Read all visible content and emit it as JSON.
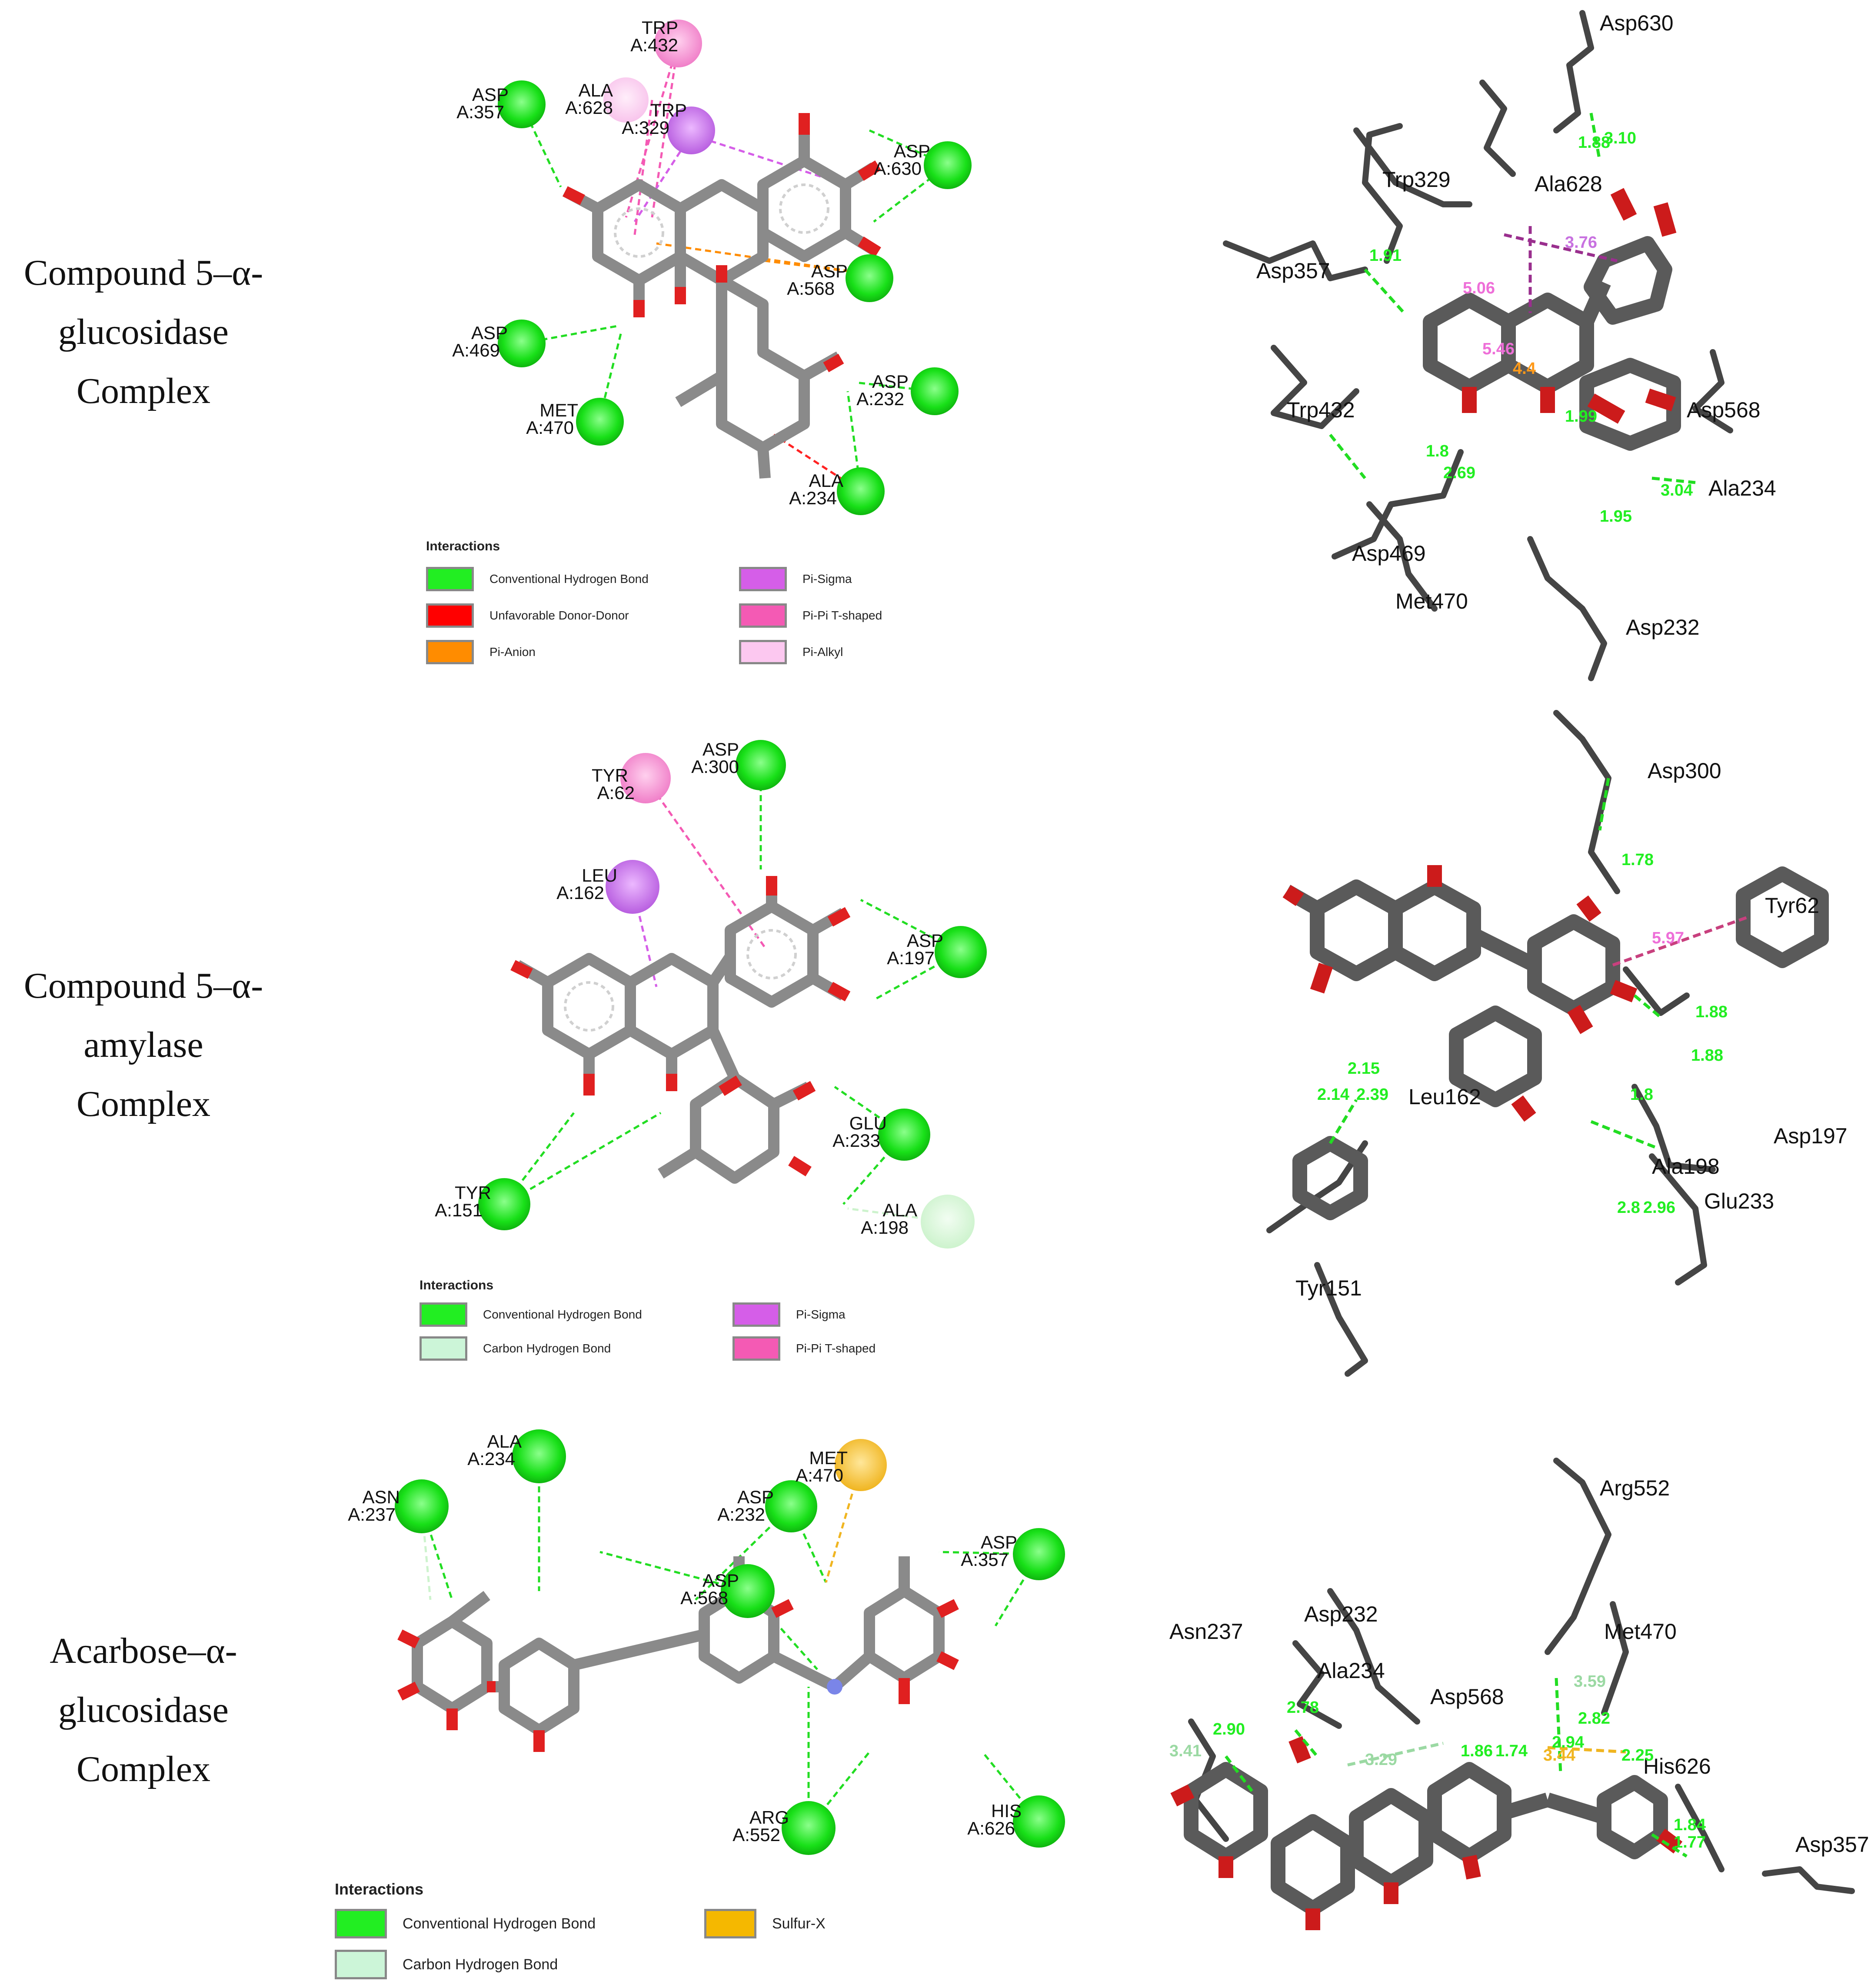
{
  "rows": [
    {
      "label": [
        "Compound 5–α-",
        "glucosidase",
        "Complex"
      ],
      "residues2d": [
        {
          "id": "trp432",
          "name": "TRP",
          "num": "A:432",
          "color": "#f58fd0"
        },
        {
          "id": "ala628",
          "name": "ALA",
          "num": "A:628",
          "color": "#fcc8f0"
        },
        {
          "id": "trp329",
          "name": "TRP",
          "num": "A:329",
          "color": "#c86fe8"
        },
        {
          "id": "asp357",
          "name": "ASP",
          "num": "A:357",
          "color": "#1fe01f"
        },
        {
          "id": "asp630",
          "name": "ASP",
          "num": "A:630",
          "color": "#1fe01f"
        },
        {
          "id": "asp568",
          "name": "ASP",
          "num": "A:568",
          "color": "#1fe01f"
        },
        {
          "id": "asp469",
          "name": "ASP",
          "num": "A:469",
          "color": "#1fe01f"
        },
        {
          "id": "met470",
          "name": "MET",
          "num": "A:470",
          "color": "#1fe01f"
        },
        {
          "id": "asp232",
          "name": "ASP",
          "num": "A:232",
          "color": "#1fe01f"
        },
        {
          "id": "ala234",
          "name": "ALA",
          "num": "A:234",
          "color": "#1fe01f"
        }
      ],
      "legend_title": "Interactions",
      "legend": [
        {
          "label": "Conventional Hydrogen Bond",
          "color": "#22ee22"
        },
        {
          "label": "Unfavorable Donor-Donor",
          "color": "#ff0000"
        },
        {
          "label": "Pi-Anion",
          "color": "#ff8c00"
        },
        {
          "label": "Pi-Sigma",
          "color": "#d55ee8"
        },
        {
          "label": "Pi-Pi T-shaped",
          "color": "#f45ab4"
        },
        {
          "label": "Pi-Alkyl",
          "color": "#fcc8f0"
        }
      ],
      "residues3d": [
        "Asp630",
        "Trp329",
        "Ala628",
        "Asp357",
        "Trp432",
        "Asp568",
        "Ala234",
        "Asp469",
        "Met470",
        "Asp232"
      ],
      "distances": [
        "1.88",
        "3.10",
        "1.91",
        "3.76",
        "5.06",
        "5.46",
        "4.4",
        "2.69",
        "1.8",
        "1.95",
        "3.04",
        "1.99"
      ]
    },
    {
      "label": [
        "Compound 5–α-",
        "amylase",
        "Complex"
      ],
      "residues2d": [
        {
          "id": "asp300",
          "name": "ASP",
          "num": "A:300",
          "color": "#1fe01f"
        },
        {
          "id": "tyr62",
          "name": "TYR",
          "num": "A:62",
          "color": "#f58fd0"
        },
        {
          "id": "leu162",
          "name": "LEU",
          "num": "A:162",
          "color": "#c86fe8"
        },
        {
          "id": "asp197",
          "name": "ASP",
          "num": "A:197",
          "color": "#1fe01f"
        },
        {
          "id": "glu233",
          "name": "GLU",
          "num": "A:233",
          "color": "#1fe01f"
        },
        {
          "id": "tyr151",
          "name": "TYR",
          "num": "A:151",
          "color": "#1fe01f"
        },
        {
          "id": "ala198",
          "name": "ALA",
          "num": "A:198",
          "color": "#d4f7d4"
        }
      ],
      "legend_title": "Interactions",
      "legend": [
        {
          "label": "Conventional Hydrogen Bond",
          "color": "#22ee22"
        },
        {
          "label": "Carbon Hydrogen Bond",
          "color": "#ccf5d8"
        },
        {
          "label": "Pi-Sigma",
          "color": "#d55ee8"
        },
        {
          "label": "Pi-Pi T-shaped",
          "color": "#f45ab4"
        }
      ],
      "residues3d": [
        "Asp300",
        "Tyr62",
        "Asp197",
        "Leu162",
        "Ala198",
        "Glu233",
        "Tyr151"
      ],
      "distances": [
        "1.78",
        "5.97",
        "1.88",
        "1.88",
        "1.8",
        "2.15",
        "2.14",
        "2.39",
        "2.8",
        "2.96"
      ]
    },
    {
      "label": [
        "Acarbose–α-",
        "glucosidase",
        "Complex"
      ],
      "residues2d": [
        {
          "id": "ala234",
          "name": "ALA",
          "num": "A:234",
          "color": "#1fe01f"
        },
        {
          "id": "asn237",
          "name": "ASN",
          "num": "A:237",
          "color": "#1fe01f"
        },
        {
          "id": "met470",
          "name": "MET",
          "num": "A:470",
          "color": "#f5c62f"
        },
        {
          "id": "asp232",
          "name": "ASP",
          "num": "A:232",
          "color": "#1fe01f"
        },
        {
          "id": "asp357",
          "name": "ASP",
          "num": "A:357",
          "color": "#1fe01f"
        },
        {
          "id": "asp568",
          "name": "ASP",
          "num": "A:568",
          "color": "#1fe01f"
        },
        {
          "id": "arg552",
          "name": "ARG",
          "num": "A:552",
          "color": "#1fe01f"
        },
        {
          "id": "his626",
          "name": "HIS",
          "num": "A:626",
          "color": "#1fe01f"
        }
      ],
      "legend_title": "Interactions",
      "legend": [
        {
          "label": "Conventional Hydrogen Bond",
          "color": "#22ee22"
        },
        {
          "label": "Carbon Hydrogen Bond",
          "color": "#ccf5d8"
        },
        {
          "label": "Sulfur-X",
          "color": "#f5b800"
        }
      ],
      "residues3d": [
        "Arg552",
        "Asn237",
        "Asp232",
        "Ala234",
        "Met470",
        "Asp568",
        "His626",
        "Asp357"
      ],
      "distances": [
        "3.59",
        "2.82",
        "2.94",
        "2.78",
        "2.90",
        "3.41",
        "3.29",
        "1.86",
        "1.74",
        "3.44",
        "2.25",
        "1.84",
        "1.77"
      ]
    }
  ]
}
